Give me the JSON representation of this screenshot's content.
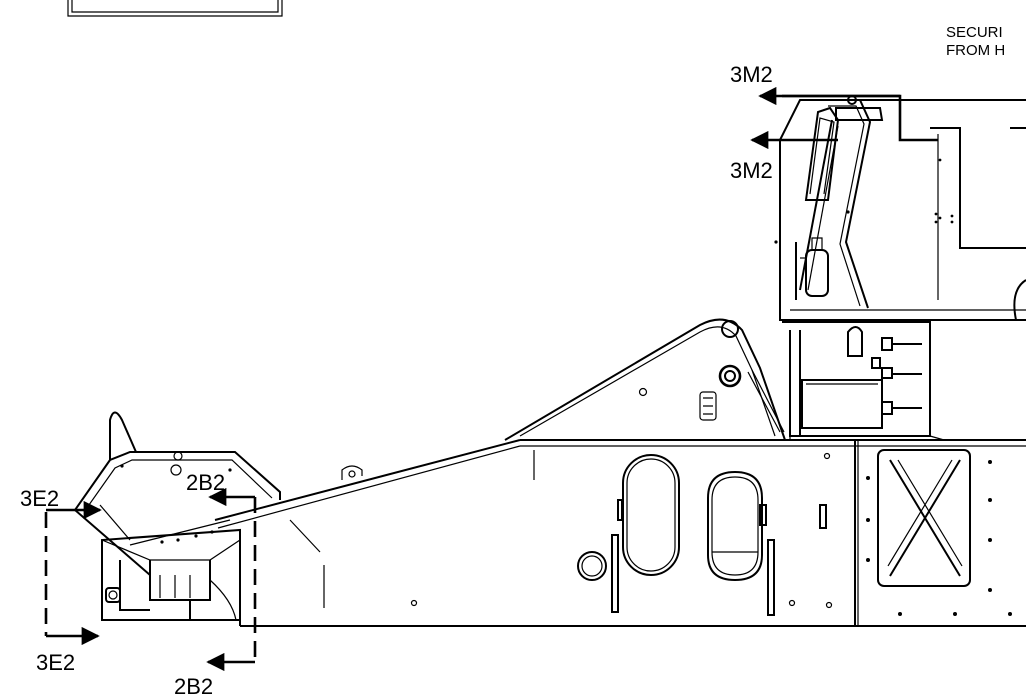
{
  "note_lines": [
    "SECURI",
    "FROM H"
  ],
  "section_labels": {
    "top_3m2_upper": "3M2",
    "top_3m2_lower": "3M2",
    "left_3e2_upper": "3E2",
    "left_3e2_lower": "3E2",
    "mid_2b2_upper": "2B2",
    "mid_2b2_lower": "2B2"
  }
}
